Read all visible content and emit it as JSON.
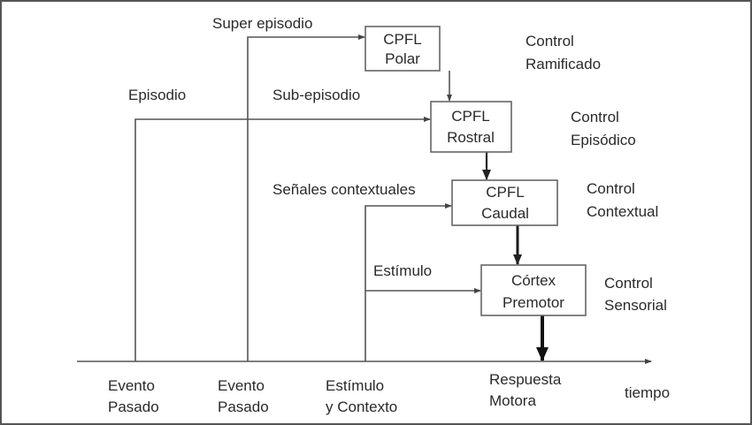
{
  "boxes": {
    "polar": [
      "CPFL",
      "Polar"
    ],
    "rostral": [
      "CPFL",
      "Rostral"
    ],
    "caudal": [
      "CPFL",
      "Caudal"
    ],
    "premotor": [
      "Córtex",
      "Premotor"
    ]
  },
  "controls": {
    "ramificado": [
      "Control",
      "Ramificado"
    ],
    "episodico": [
      "Control",
      "Episódico"
    ],
    "contextual": [
      "Control",
      "Contextual"
    ],
    "sensorial": [
      "Control",
      "Sensorial"
    ]
  },
  "signals": {
    "super_episodio": "Super episodio",
    "episodio": "Episodio",
    "sub_episodio": "Sub-episodio",
    "senales": "Señales contextuales",
    "estimulo": "Estímulo"
  },
  "timeline": {
    "evento1": [
      "Evento",
      "Pasado"
    ],
    "evento2": [
      "Evento",
      "Pasado"
    ],
    "estimulo": [
      "Estímulo",
      "y Contexto"
    ],
    "respuesta": [
      "Respuesta",
      "Motora"
    ],
    "axis_label": "tiempo"
  }
}
